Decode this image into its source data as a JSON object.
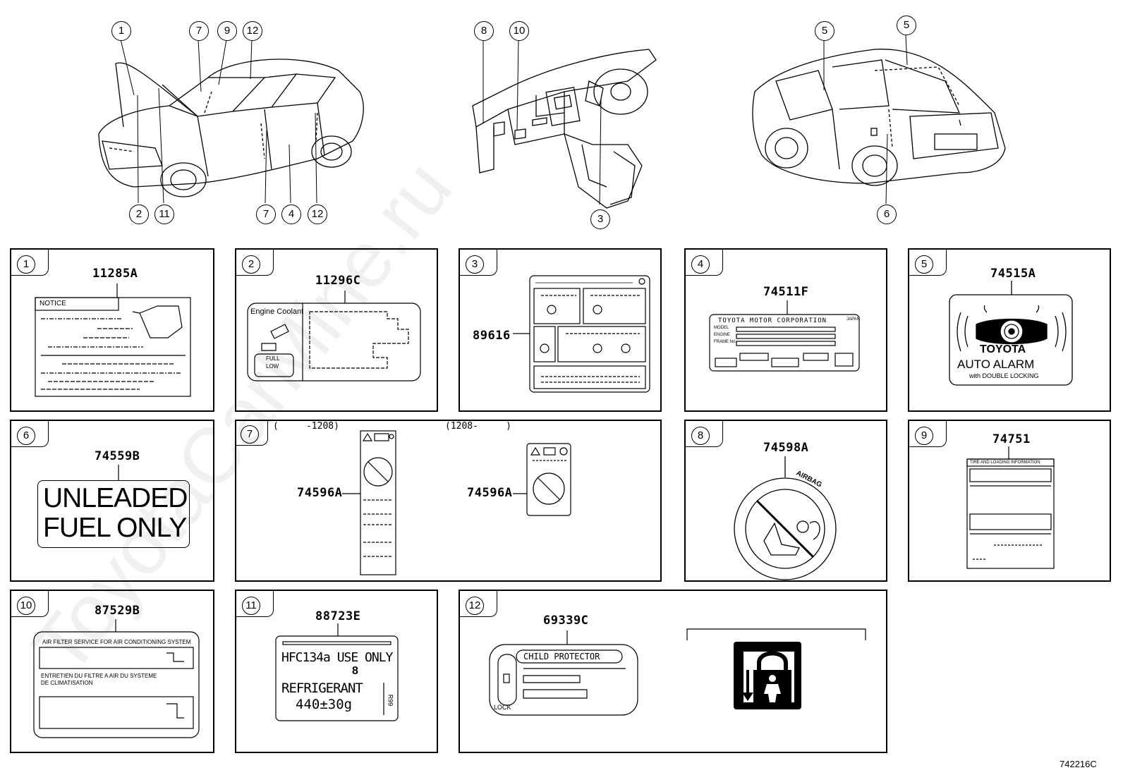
{
  "watermark": "ToyotaCarMine.ru",
  "drawing_id": "742216C",
  "overview": {
    "car_front_callouts": {
      "c1": "1",
      "c7a": "7",
      "c9": "9",
      "c12a": "12",
      "c2": "2",
      "c11": "11",
      "c7b": "7",
      "c4": "4",
      "c12b": "12"
    },
    "cabin_callouts": {
      "c8": "8",
      "c10": "10",
      "c3": "3"
    },
    "car_rear_callouts": {
      "c5a": "5",
      "c5b": "5",
      "c6": "6"
    }
  },
  "panels": [
    {
      "num": "1",
      "code": "11285A",
      "notice_text": "NOTICE"
    },
    {
      "num": "2",
      "code": "11296C",
      "header": "Engine Coolant",
      "full": "FULL",
      "low": "LOW"
    },
    {
      "num": "3",
      "code": "89616"
    },
    {
      "num": "4",
      "code": "74511F",
      "maker": "TOYOTA MOTOR CORPORATION",
      "country": "JAPAN",
      "row1": "MODEL",
      "row2": "ENGINE",
      "row3": "FRAME No."
    },
    {
      "num": "5",
      "code": "74515A",
      "brand": "TOYOTA",
      "line1": "AUTO ALARM",
      "line2": "with DOUBLE LOCKING"
    },
    {
      "num": "6",
      "code": "74559B",
      "line1": "UNLEADED",
      "line2": "FUEL ONLY"
    },
    {
      "num": "7",
      "range_a": "(     -1208)",
      "range_b": "(1208-     )",
      "code_a": "74596A",
      "code_b": "74596A"
    },
    {
      "num": "8",
      "code": "74598A",
      "arc_text": "AIRBAG"
    },
    {
      "num": "9",
      "code": "74751",
      "header": "TIRE AND LOADING INFORMATION"
    },
    {
      "num": "10",
      "code": "87529B",
      "line1": "AIR FILTER SERVICE FOR AIR CONDITIONING SYSTEM",
      "line2": "ENTRETIEN DU FILTRE A AIR DU SYSTEME",
      "line3": "DE CLIMATISATION"
    },
    {
      "num": "11",
      "code": "88723E",
      "line1": "HFC134a USE ONLY",
      "qty": "8",
      "line2": "REFRIGERANT",
      "line3": "440±30g",
      "side": "R99"
    },
    {
      "num": "12",
      "code": "69339C",
      "title": "CHILD PROTECTOR",
      "lock": "LOCK"
    }
  ]
}
